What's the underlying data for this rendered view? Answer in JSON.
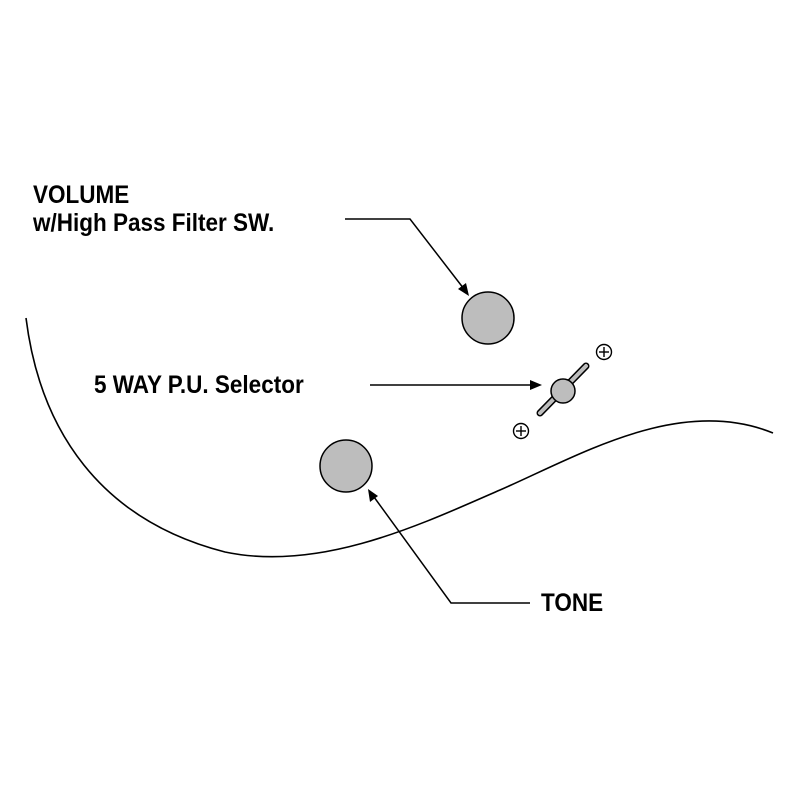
{
  "labels": {
    "volume_line1": "VOLUME",
    "volume_line2": "w/High Pass Filter SW.",
    "selector": "5 WAY P.U. Selector",
    "tone": "TONE"
  },
  "colors": {
    "background": "#ffffff",
    "ink": "#000000",
    "knob_fill": "#bdbdbd"
  }
}
